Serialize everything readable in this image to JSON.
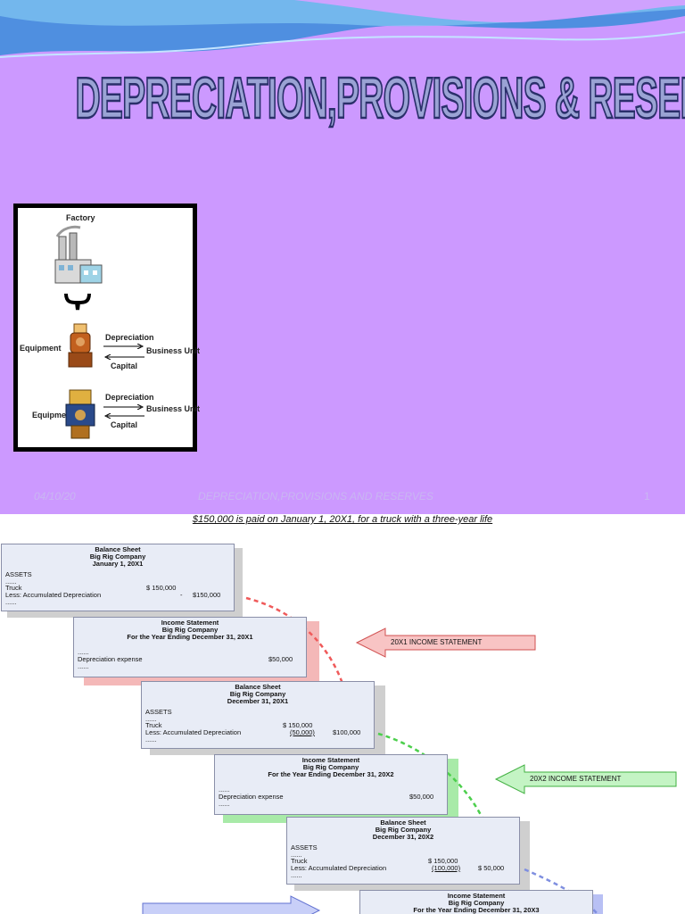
{
  "slide1": {
    "title": "DEPRECIATION,PROVISIONS & RESERVES",
    "diagram": {
      "factory_label": "Factory",
      "rows": [
        {
          "left": "Equipment",
          "top_arrow": "Depreciation",
          "right": "Business Unit",
          "bottom_arrow": "Capital"
        },
        {
          "left": "Equipment",
          "top_arrow": "Depreciation",
          "right": "Business Unit",
          "bottom_arrow": "Capital"
        }
      ]
    },
    "footer": {
      "date": "04/10/20",
      "title": "DEPRECIATION,PROVISIONS AND RESERVES",
      "page": "1"
    },
    "colors": {
      "background": "#cc99ff",
      "wave_blue": "#5aa0e0",
      "title_fill": "#9aa3d4"
    }
  },
  "slide2": {
    "heading": "$150,000 is paid on January 1, 20X1, for a truck with a three-year life",
    "balance1": {
      "title": "Balance Sheet",
      "company": "Big Rig Company",
      "date": "January 1, 20X1",
      "assets": "ASSETS",
      "dots1": "......",
      "truck": "Truck",
      "truck_value": "$ 150,000",
      "accum": "Less: Accumulated Depreciation",
      "accum_value": "-",
      "net": "$150,000",
      "dots2": "......"
    },
    "income1": {
      "title": "Income Statement",
      "company": "Big Rig Company",
      "period": "For the Year Ending December 31, 20X1",
      "dots1": "......",
      "expense": "Depreciation expense",
      "expense_value": "$50,000",
      "dots2": "......"
    },
    "balance2": {
      "title": "Balance Sheet",
      "company": "Big Rig Company",
      "date": "December 31, 20X1",
      "assets": "ASSETS",
      "dots1": "......",
      "truck": "Truck",
      "truck_value": "$ 150,000",
      "accum": "Less: Accumulated Depreciation",
      "accum_value": "(50,000)",
      "net": "$100,000",
      "dots2": "......"
    },
    "income2": {
      "title": "Income Statement",
      "company": "Big Rig Company",
      "period": "For the Year Ending December 31, 20X2",
      "dots1": "......",
      "expense": "Depreciation expense",
      "expense_value": "$50,000",
      "dots2": "......"
    },
    "balance3": {
      "title": "Balance Sheet",
      "company": "Big Rig Company",
      "date": "December 31, 20X2",
      "assets": "ASSETS",
      "dots1": "......",
      "truck": "Truck",
      "truck_value": "$ 150,000",
      "accum": "Less: Accumulated Depreciation",
      "accum_value": "(100,000)",
      "net": "$ 50,000",
      "dots2": "......"
    },
    "income3": {
      "title": "Income Statement",
      "company": "Big Rig Company",
      "period": "For the Year Ending December 31, 20X3"
    },
    "arrow_labels": {
      "first": "20X1 INCOME STATEMENT",
      "second": "20X2 INCOME STATEMENT"
    },
    "colors": {
      "red": "#ef5a5a",
      "green": "#4ccf4c",
      "blue": "#7f8fe0",
      "card": "#e8ecf6"
    }
  }
}
